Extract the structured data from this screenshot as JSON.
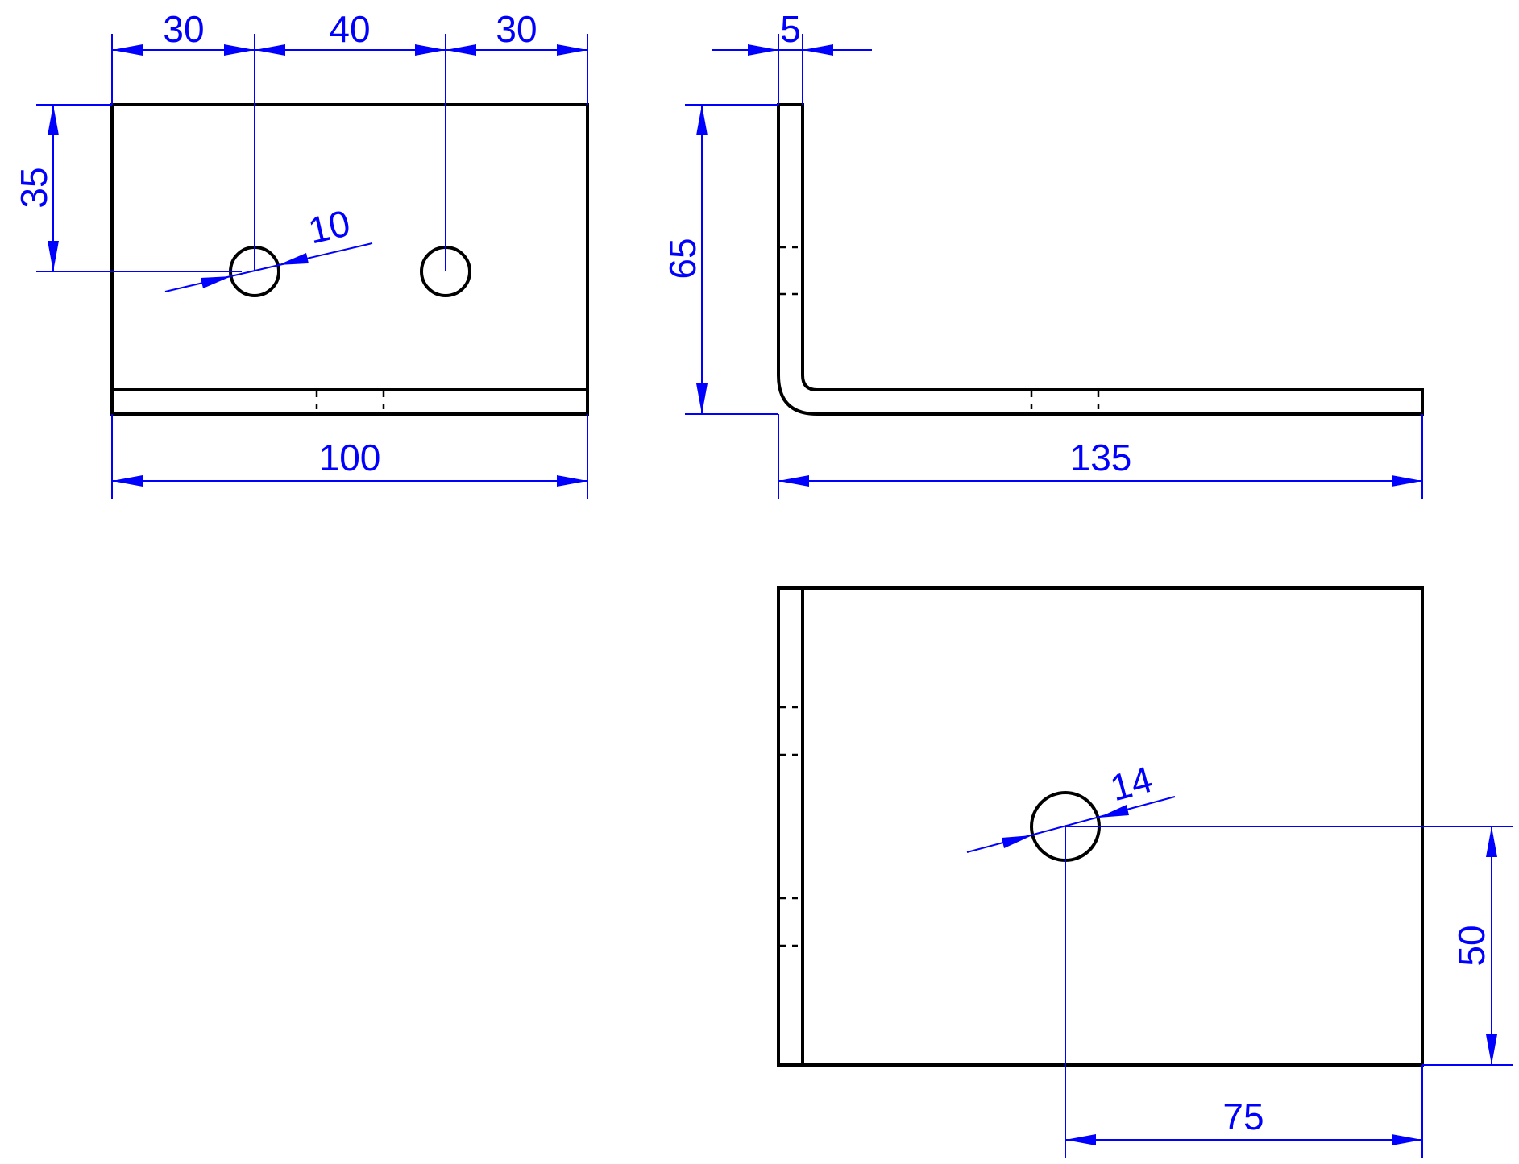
{
  "colors": {
    "outline": "#000000",
    "dimension": "#0000ff",
    "background": "#ffffff"
  },
  "front_view": {
    "dim_top_left": "30",
    "dim_top_mid": "40",
    "dim_top_right": "30",
    "dim_height": "35",
    "dim_hole_dia": "10",
    "dim_width": "100"
  },
  "side_view": {
    "dim_thickness": "5",
    "dim_height": "65",
    "dim_length": "135"
  },
  "top_view": {
    "dim_hole_dia": "14",
    "dim_hole_y": "50",
    "dim_hole_x": "75"
  }
}
